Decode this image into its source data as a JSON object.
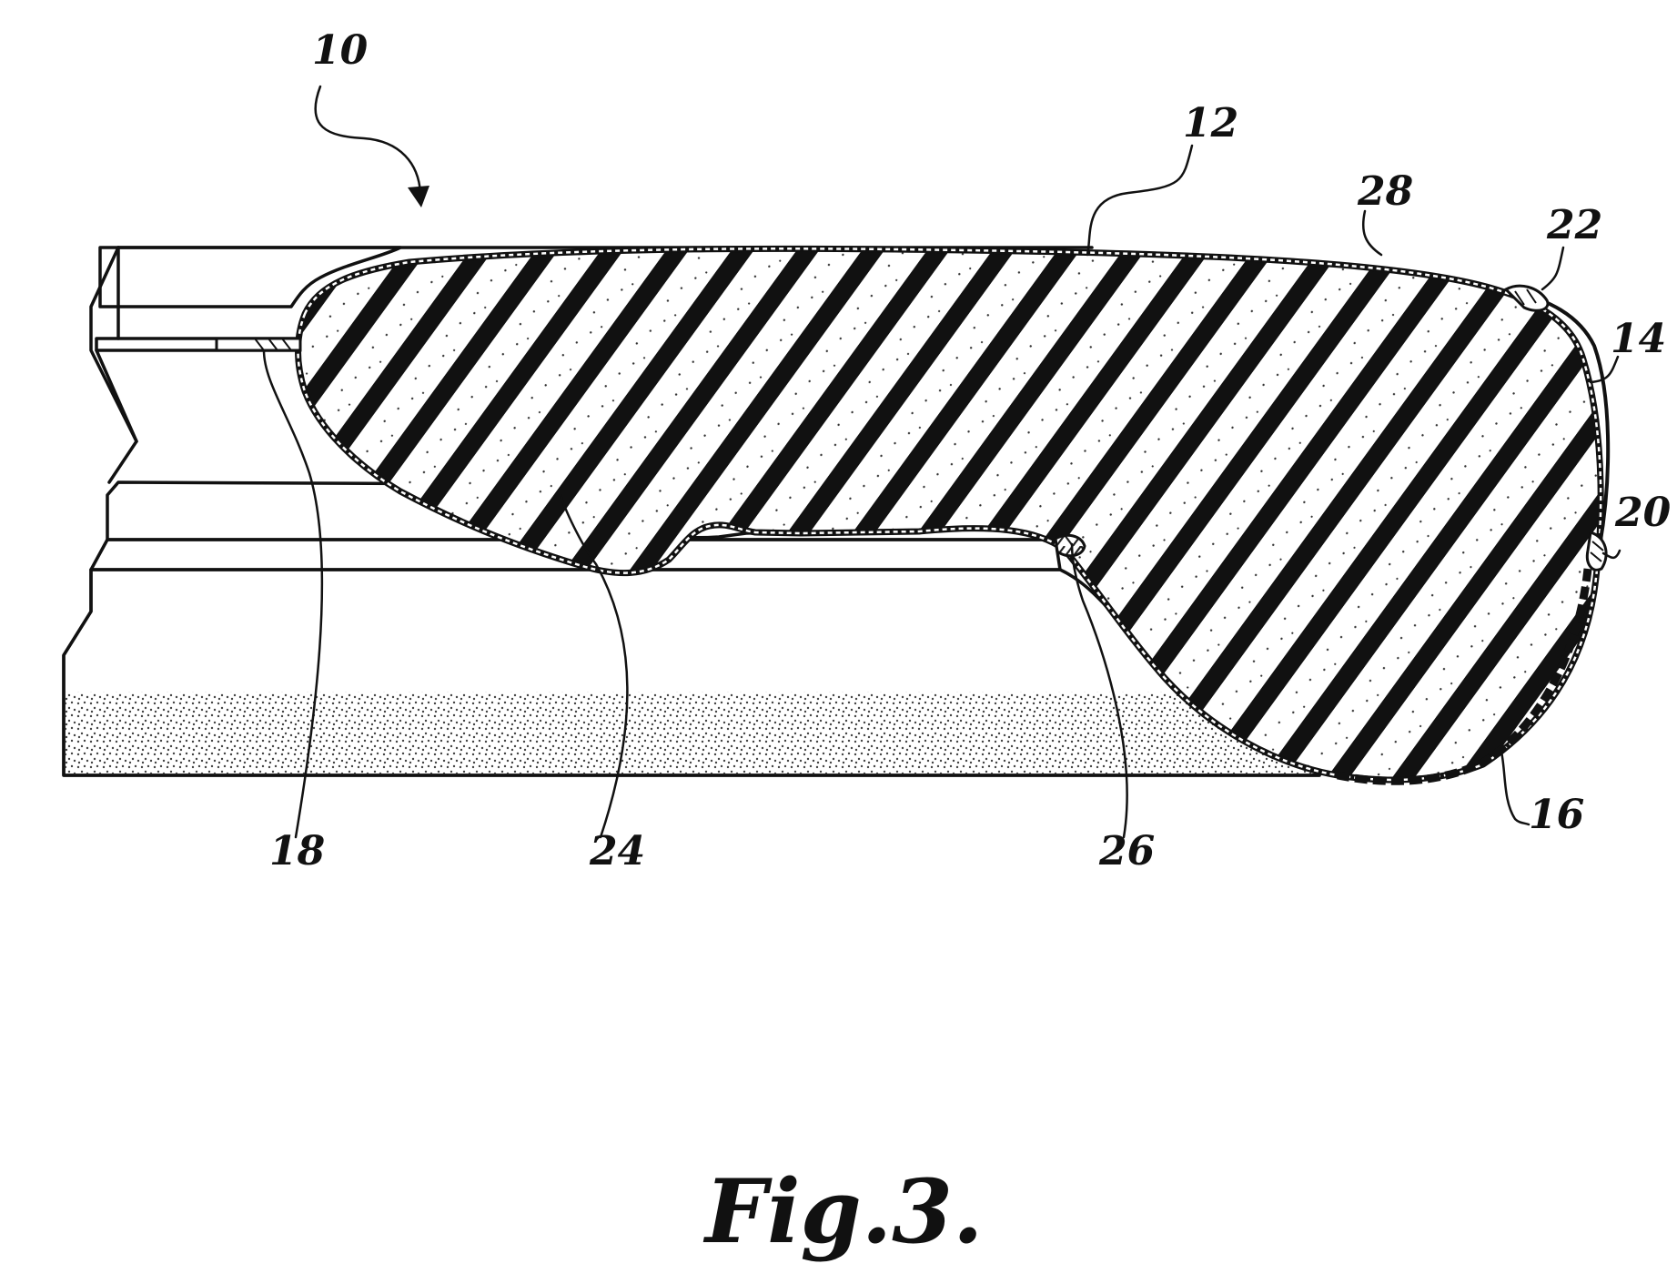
{
  "figure": {
    "reference_numerals": {
      "assembly": "10",
      "outer_cover": "12",
      "side_cover": "14",
      "bottom_sheet": "16",
      "rear_seam": "18",
      "lower_seam": "20",
      "upper_seam": "22",
      "underside": "24",
      "attachment_point": "26",
      "cushion_core": "28"
    },
    "caption": "Fig.3."
  }
}
